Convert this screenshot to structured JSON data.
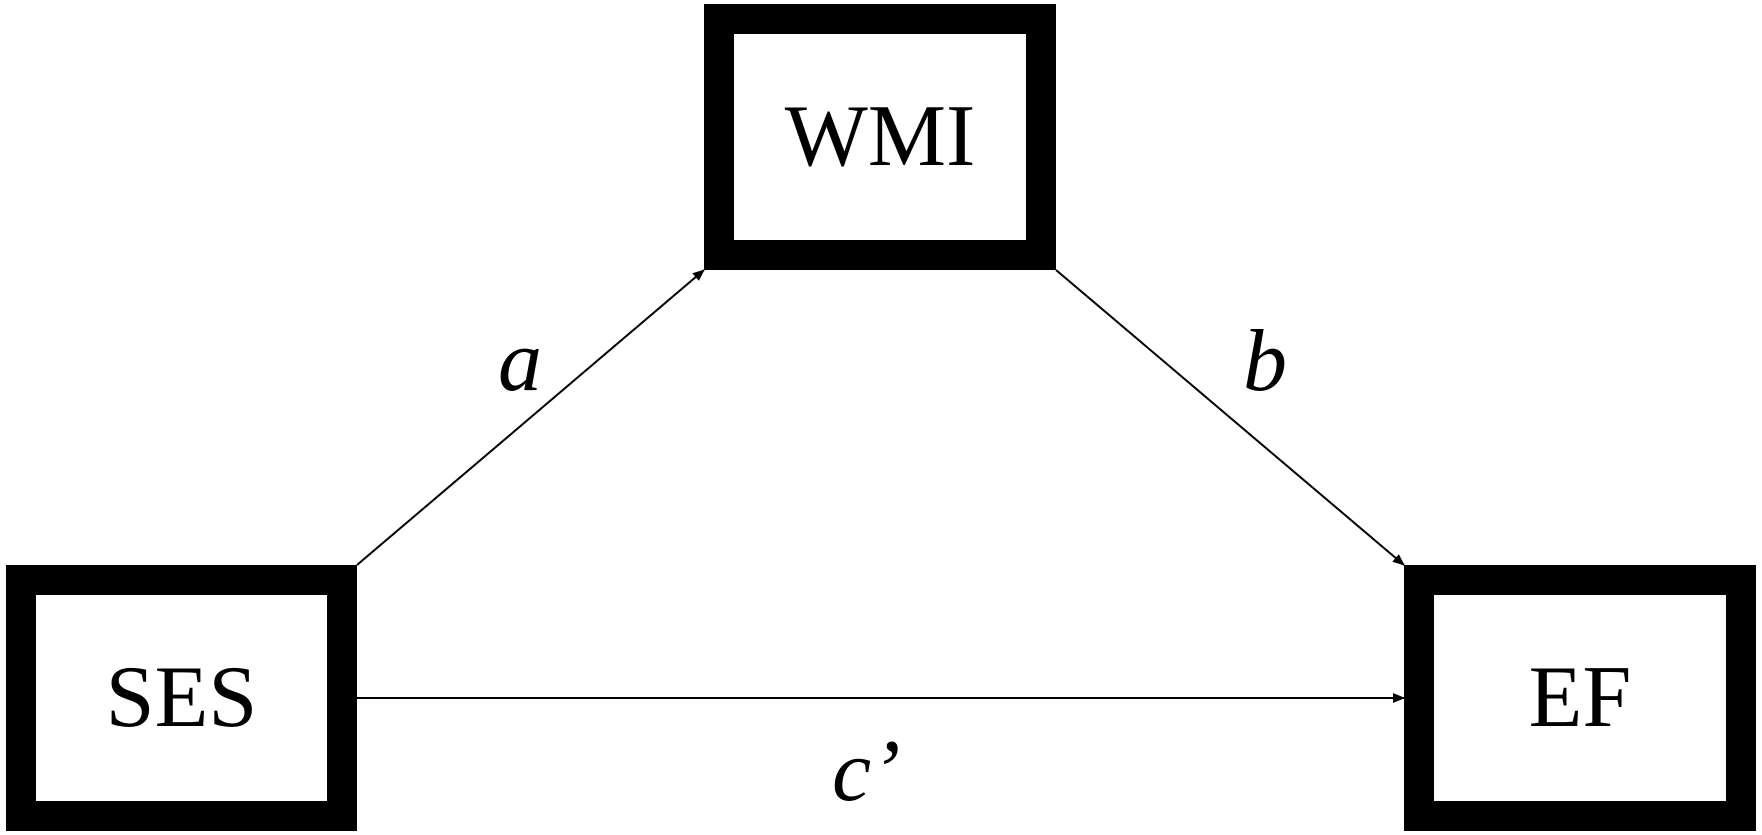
{
  "nodes": {
    "wmi": "WMI",
    "ses": "SES",
    "ef": "EF"
  },
  "paths": {
    "a": "a",
    "b": "b",
    "c_prime": "c’"
  }
}
